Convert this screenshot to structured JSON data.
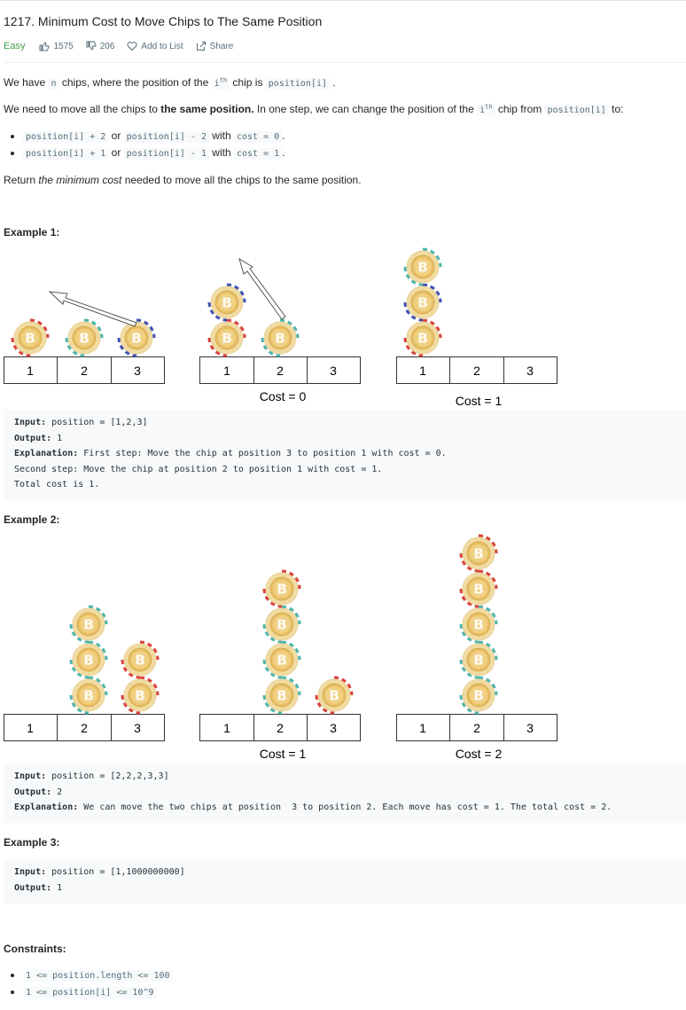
{
  "problem": {
    "title": "1217. Minimum Cost to Move Chips to The Same Position",
    "difficulty": "Easy",
    "likes": "1575",
    "dislikes": "206",
    "add_to_list": "Add to List",
    "share": "Share"
  },
  "description": {
    "p1": {
      "a": "We have ",
      "n": "n",
      "b": " chips, where the position of the ",
      "i": "i",
      "th": "th",
      "c": " chip is ",
      "code": "position[i]",
      "d": " ."
    },
    "p2": {
      "a": "We need to move all the chips to ",
      "bold": "the same position.",
      "b": " In one step, we can change the position of the ",
      "i": "i",
      "th": "th",
      "c": " chip from ",
      "code": "position[i]",
      "d": " to:"
    },
    "bullets": [
      {
        "code1": "position[i] + 2",
        "or": " or ",
        "code2": "position[i] - 2",
        "with": " with ",
        "code3": "cost = 0",
        "end": "."
      },
      {
        "code1": "position[i] + 1",
        "or": " or ",
        "code2": "position[i] - 1",
        "with": " with ",
        "code3": "cost = 1",
        "end": "."
      }
    ],
    "p3": {
      "a": "Return ",
      "em": "the minimum cost",
      "b": " needed to move all the chips to the same position."
    }
  },
  "examples": [
    {
      "heading": "Example 1:",
      "captions": [
        "",
        "Cost = 0",
        "Cost = 1"
      ],
      "input_label": "Input:",
      "input_value": " position = [1,2,3]",
      "output_label": "Output:",
      "output_value": " 1",
      "explanation_label": "Explanation:",
      "explanation_value": " First step: Move the chip at position 3 to position 1 with cost = 0.",
      "extra_lines": [
        "Second step: Move the chip at position 2 to position 1 with cost = 1.",
        "Total cost is 1."
      ]
    },
    {
      "heading": "Example 2:",
      "captions": [
        "",
        "Cost = 1",
        "Cost = 2"
      ],
      "input_label": "Input:",
      "input_value": " position = [2,2,2,3,3]",
      "output_label": "Output:",
      "output_value": " 2",
      "explanation_label": "Explanation:",
      "explanation_value": " We can move the two chips at position  3 to position 2. Each move has cost = 1. The total cost = 2."
    },
    {
      "heading": "Example 3:",
      "input_label": "Input:",
      "input_value": " position = [1,1000000000]",
      "output_label": "Output:",
      "output_value": " 1"
    }
  ],
  "cell_labels": [
    "1",
    "2",
    "3"
  ],
  "constraints": {
    "heading": "Constraints:",
    "items": [
      "1 <= position.length <= 100",
      "1 <= position[i] <= 10^9"
    ]
  },
  "colors": {
    "easy": "#43a047",
    "code_text": "#546e7a",
    "code_bg": "#f7f9fa",
    "chip_red": "#d9433b",
    "chip_blue": "#3f51b5",
    "chip_teal": "#4db6ac",
    "chip_gold": "#e8c673"
  },
  "icons": [
    "thumbs-up-icon",
    "thumbs-down-icon",
    "heart-icon",
    "share-icon",
    "bitcoin-chip-icon",
    "move-arrow-icon"
  ]
}
